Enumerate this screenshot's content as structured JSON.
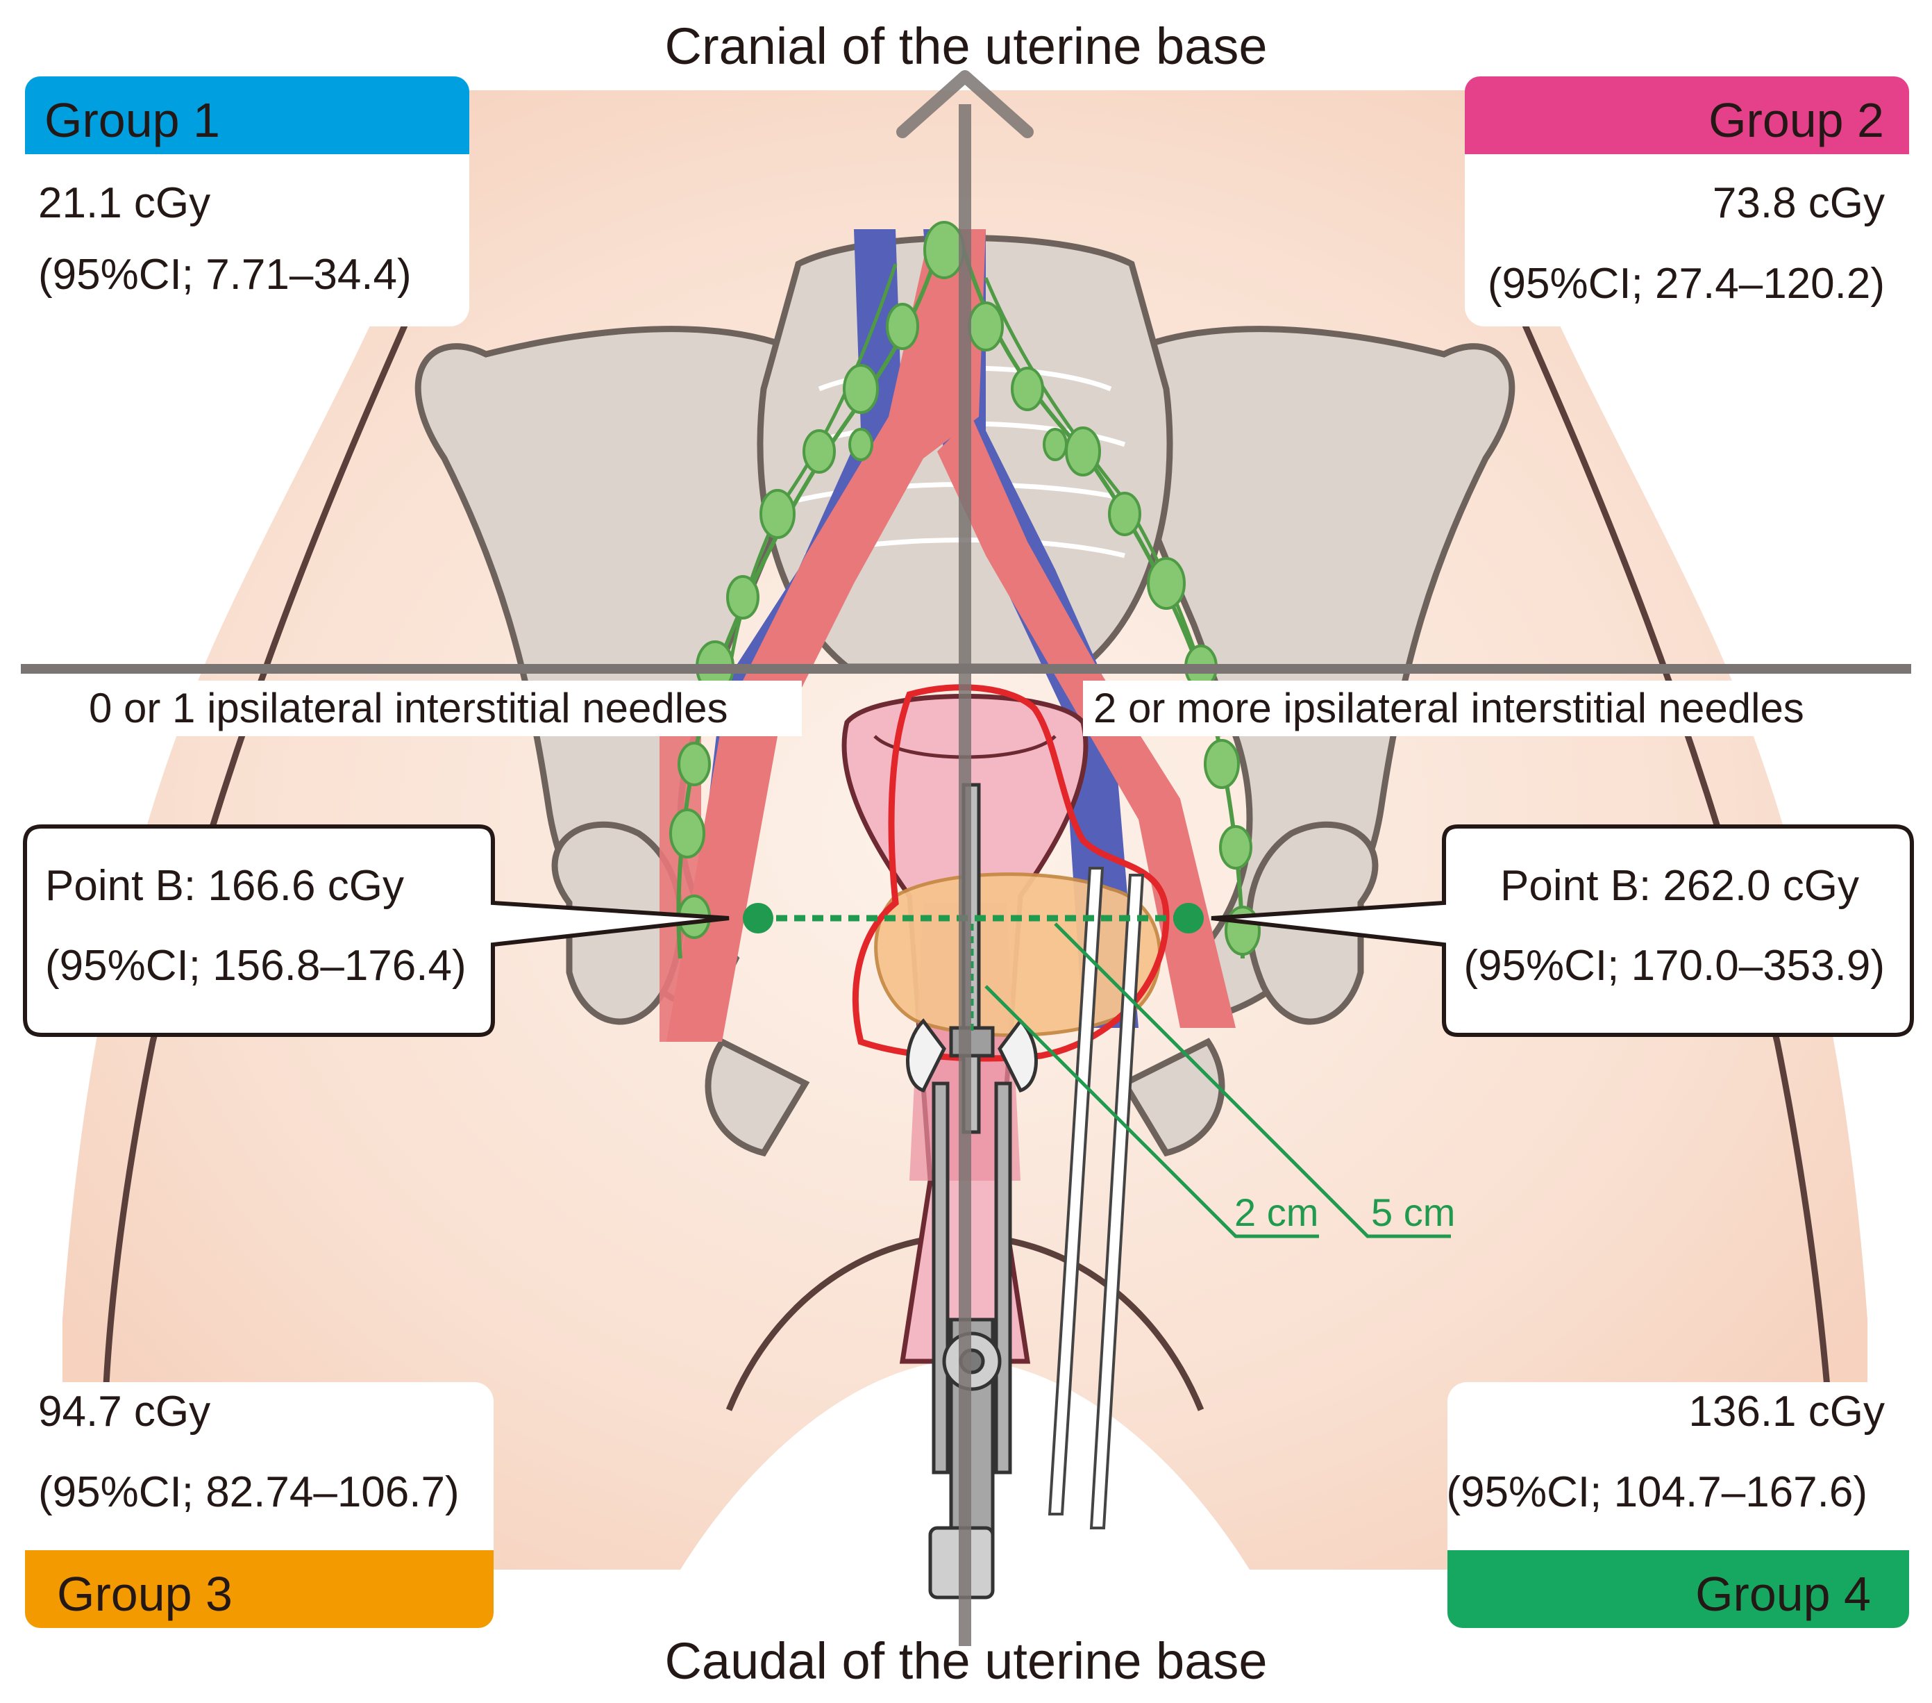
{
  "axis": {
    "cranial": "Cranial of the uterine base",
    "caudal": "Caudal of the uterine base",
    "left_side": "0 or 1 ipsilateral interstitial needles",
    "right_side": "2 or more ipsilateral interstitial needles"
  },
  "groups": [
    {
      "label": "Group 1",
      "dose": "21.1 cGy",
      "ci": "(95%CI; 7.71–34.4)",
      "color": "#00a0e0"
    },
    {
      "label": "Group 2",
      "dose": "73.8 cGy",
      "ci": "(95%CI; 27.4–120.2)",
      "color": "#e5408a"
    },
    {
      "label": "Group 3",
      "dose": "94.7 cGy",
      "ci": "(95%CI; 82.74–106.7)",
      "color": "#f39a00"
    },
    {
      "label": "Group 4",
      "dose": "136.1 cGy",
      "ci": "(95%CI; 104.7–167.6)",
      "color": "#16a860"
    }
  ],
  "point_b": {
    "left": {
      "dose": "Point B: 166.6 cGy",
      "ci": "(95%CI; 156.8–176.4)"
    },
    "right": {
      "dose": "Point B: 262.0 cGy",
      "ci": "(95%CI; 170.0–353.9)"
    }
  },
  "distances": {
    "near": "2 cm",
    "far": "5 cm"
  },
  "colors": {
    "skin": "#f8dccb",
    "bone": "#dcd3cc",
    "artery": "#e8787a",
    "vein": "#5560b8",
    "lymph": "#86c772",
    "target": "#e2262a",
    "marker": "#1f9a4e",
    "axis": "#7a7472"
  }
}
